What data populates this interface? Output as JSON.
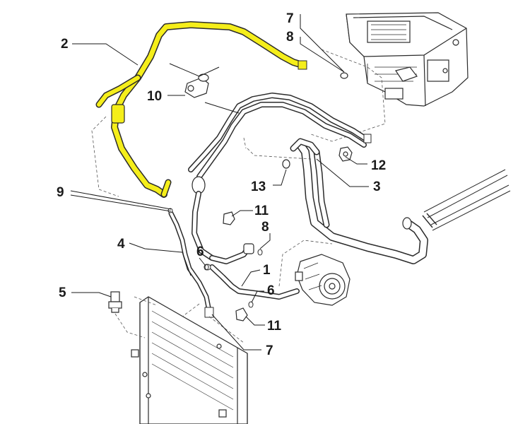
{
  "diagram": {
    "highlight_color": "#f5ee1a",
    "line_color": "#2b2b2b",
    "callouts": [
      {
        "id": "c2",
        "label": "2"
      },
      {
        "id": "c7a",
        "label": "7"
      },
      {
        "id": "c8a",
        "label": "8"
      },
      {
        "id": "c10",
        "label": "10"
      },
      {
        "id": "c12",
        "label": "12"
      },
      {
        "id": "c13",
        "label": "13"
      },
      {
        "id": "c3",
        "label": "3"
      },
      {
        "id": "c9",
        "label": "9"
      },
      {
        "id": "c11a",
        "label": "11"
      },
      {
        "id": "c8b",
        "label": "8"
      },
      {
        "id": "c4",
        "label": "4"
      },
      {
        "id": "c6a",
        "label": "6"
      },
      {
        "id": "c1",
        "label": "1"
      },
      {
        "id": "c5",
        "label": "5"
      },
      {
        "id": "c6b",
        "label": "6"
      },
      {
        "id": "c11b",
        "label": "11"
      },
      {
        "id": "c7b",
        "label": "7"
      }
    ],
    "components": [
      {
        "id": "hvac-unit",
        "icon": "hvac-evaporator-box-icon"
      },
      {
        "id": "pipe-2",
        "icon": "highlighted-ac-pipe-icon"
      },
      {
        "id": "pipe-3",
        "icon": "ac-suction-pipe-icon"
      },
      {
        "id": "pipe-1",
        "icon": "ac-pressure-pipe-icon"
      },
      {
        "id": "pipe-4",
        "icon": "condenser-pipe-icon"
      },
      {
        "id": "compressor",
        "icon": "ac-compressor-icon"
      },
      {
        "id": "condenser",
        "icon": "condenser-radiator-icon"
      },
      {
        "id": "pressure-switch",
        "icon": "pressure-sensor-icon"
      },
      {
        "id": "clip-10",
        "icon": "pipe-clip-icon"
      },
      {
        "id": "rails",
        "icon": "vehicle-frame-rail-icon"
      }
    ]
  }
}
